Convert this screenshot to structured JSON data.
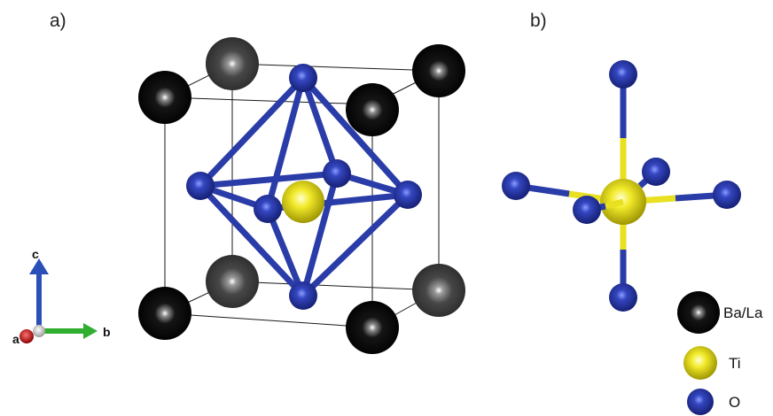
{
  "panels": {
    "a": {
      "label": "a)"
    },
    "b": {
      "label": "b)"
    }
  },
  "axes": {
    "c": "c",
    "a": "a",
    "b": "b"
  },
  "legend": [
    {
      "label": "Ba/La",
      "color": "#0a0a0a"
    },
    {
      "label": "Ti",
      "color": "#e8e020"
    },
    {
      "label": "O",
      "color": "#2d3aa8"
    }
  ],
  "colors": {
    "ba_la": "#0a0a0a",
    "ba_la_alt": "#3a3a3a",
    "ti": "#e8e020",
    "oxygen": "#2d3aa8",
    "bond": "#2a3ca8",
    "axis_c": "#2a4fb8",
    "axis_b": "#2fae2f",
    "axis_a": "#c01818",
    "cell_edge": "#1a1a1a"
  }
}
